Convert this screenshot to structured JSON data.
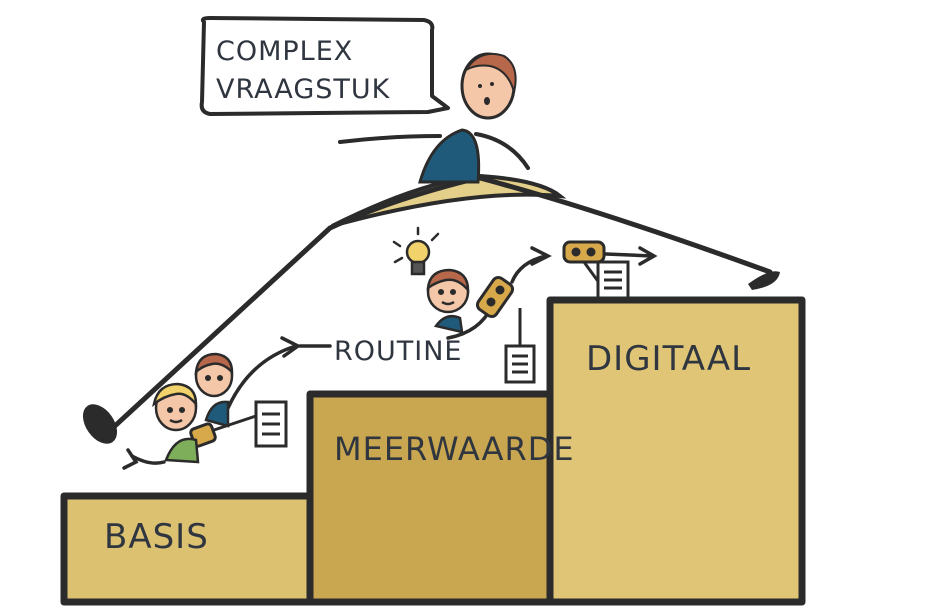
{
  "bubble": {
    "text_line1": "COMPLEX",
    "text_line2": "VRAAGSTUK"
  },
  "label_routine": "ROUTINE",
  "steps": [
    {
      "label": "BASIS"
    },
    {
      "label": "MEERWAARDE"
    },
    {
      "label": "DIGITAAL"
    }
  ],
  "colors": {
    "step_basis": "#dcc171",
    "step_meerwaarde": "#c9a650",
    "step_digitaal": "#e0c576",
    "outline": "#2b2b2b",
    "skin": "#f4c7a8",
    "hair": "#b8684a",
    "shirt": "#1f5a7a",
    "hill": "#e4cf8a"
  }
}
